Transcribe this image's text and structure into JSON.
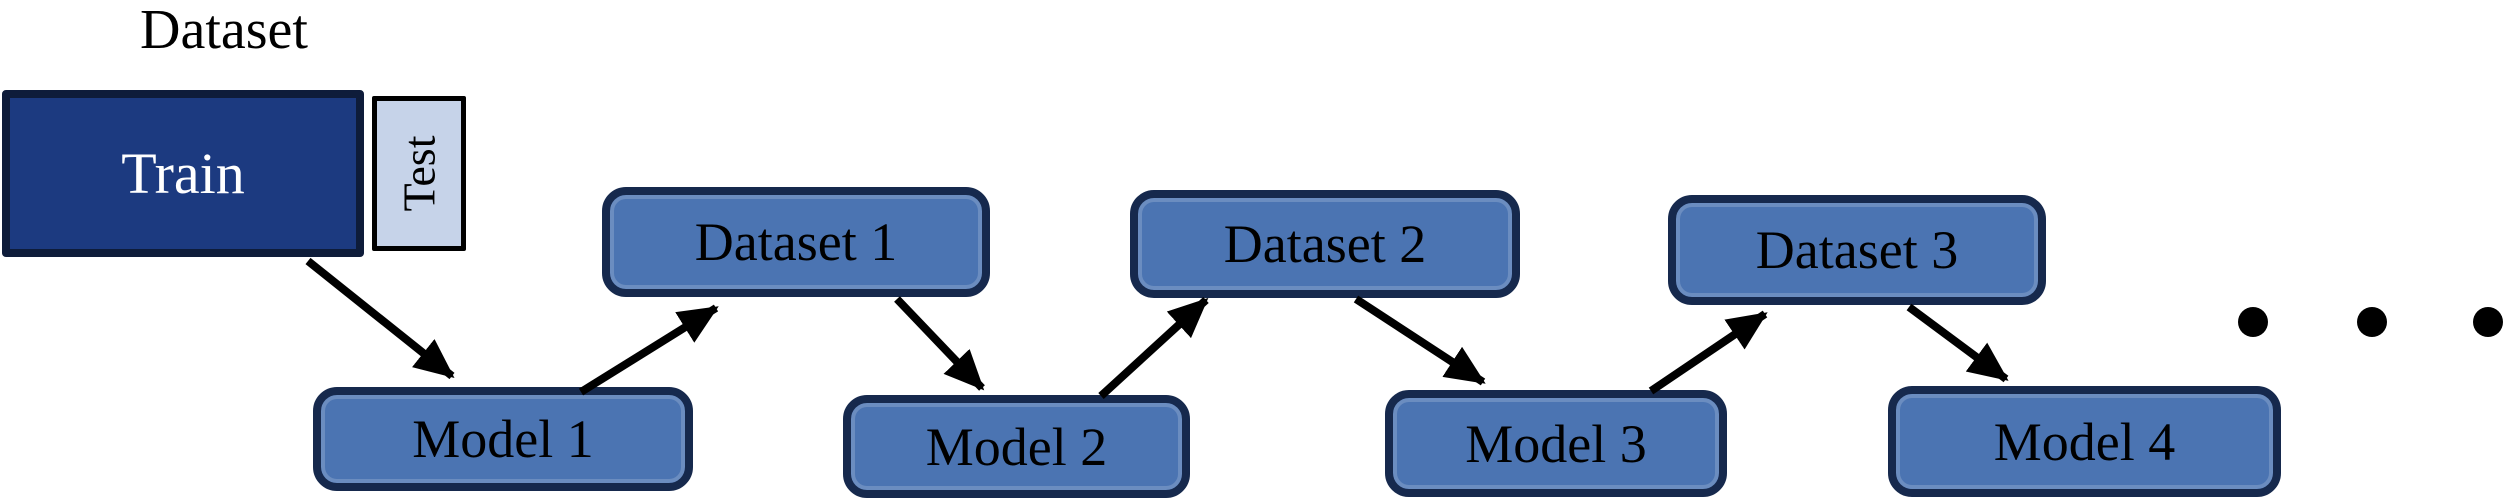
{
  "diagram": {
    "title": "Dataset",
    "split": {
      "train_label": "Train",
      "test_label": "Test"
    },
    "datasets": [
      {
        "label": "Dataset 1"
      },
      {
        "label": "Dataset 2"
      },
      {
        "label": "Dataset 3"
      }
    ],
    "models": [
      {
        "label": "Model 1"
      },
      {
        "label": "Model 2"
      },
      {
        "label": "Model 3"
      },
      {
        "label": "Model 4"
      }
    ],
    "edges": [
      {
        "from": "Train",
        "to": "Model 1"
      },
      {
        "from": "Model 1",
        "to": "Dataset 1"
      },
      {
        "from": "Dataset 1",
        "to": "Model 2"
      },
      {
        "from": "Model 2",
        "to": "Dataset 2"
      },
      {
        "from": "Dataset 2",
        "to": "Model 3"
      },
      {
        "from": "Model 3",
        "to": "Dataset 3"
      },
      {
        "from": "Dataset 3",
        "to": "Model 4"
      }
    ],
    "ellipsis_dot_count": 3,
    "colors": {
      "bg": "#ffffff",
      "node_fill": "#4b74b2",
      "node_border": "#16294d",
      "train_fill": "#1c3a80",
      "train_border": "#0e1c3a",
      "train_text": "#ffffff",
      "test_fill": "#c6d3e9",
      "test_border": "#000000",
      "arrow_color": "#000000"
    }
  }
}
